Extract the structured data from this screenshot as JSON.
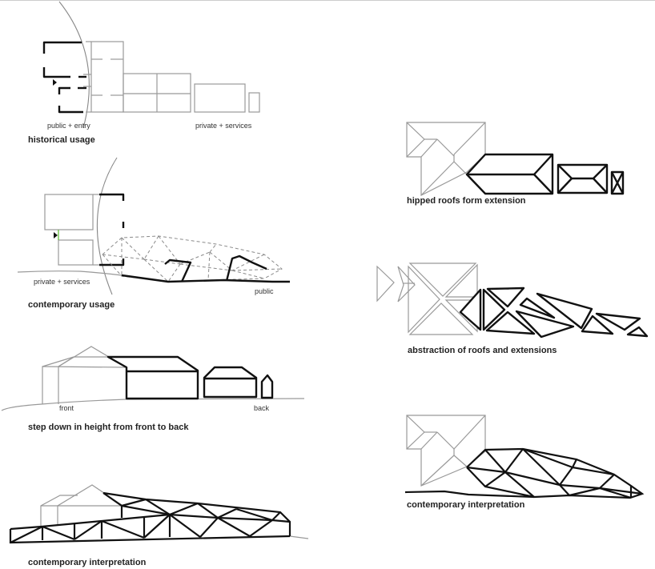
{
  "panels": {
    "historical_usage": {
      "caption": "historical usage",
      "labels": {
        "left": "public + entry",
        "right": "private + services"
      }
    },
    "contemporary_usage": {
      "caption": "contemporary usage",
      "labels": {
        "left": "private + services",
        "right": "public"
      }
    },
    "step_down": {
      "caption": "step down in height from front to back",
      "labels": {
        "left": "front",
        "right": "back"
      }
    },
    "contemporary_interpretation_elevation": {
      "caption": "contemporary interpretation"
    },
    "hipped_roofs": {
      "caption": "hipped roofs form extension"
    },
    "abstraction": {
      "caption": "abstraction of roofs and extensions"
    },
    "contemporary_interpretation_plan": {
      "caption": "contemporary interpretation"
    }
  },
  "colors": {
    "existing_line": "#999999",
    "new_line": "#111111",
    "entry_highlight": "#6fc24a"
  }
}
